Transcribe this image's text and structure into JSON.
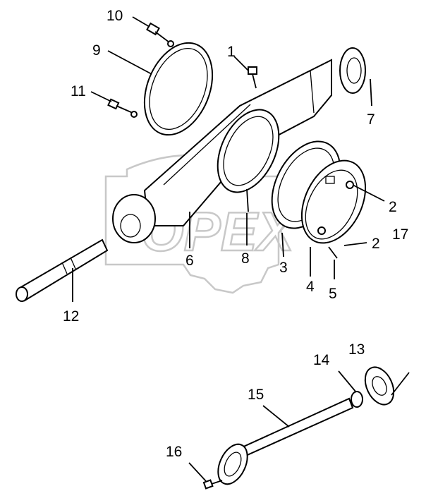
{
  "watermark": {
    "text": "OPEX"
  },
  "callouts": [
    {
      "id": "c10",
      "text": "10"
    },
    {
      "id": "c9",
      "text": "9"
    },
    {
      "id": "c11",
      "text": "11"
    },
    {
      "id": "c1",
      "text": "1"
    },
    {
      "id": "c7",
      "text": "7"
    },
    {
      "id": "c2a",
      "text": "2"
    },
    {
      "id": "c17",
      "text": "17"
    },
    {
      "id": "c2b",
      "text": "2"
    },
    {
      "id": "c6",
      "text": "6"
    },
    {
      "id": "c8",
      "text": "8"
    },
    {
      "id": "c3",
      "text": "3"
    },
    {
      "id": "c4",
      "text": "4"
    },
    {
      "id": "c5",
      "text": "5"
    },
    {
      "id": "c12",
      "text": "12"
    },
    {
      "id": "c13",
      "text": "13"
    },
    {
      "id": "c14",
      "text": "14"
    },
    {
      "id": "c15",
      "text": "15"
    },
    {
      "id": "c16",
      "text": "16"
    }
  ]
}
